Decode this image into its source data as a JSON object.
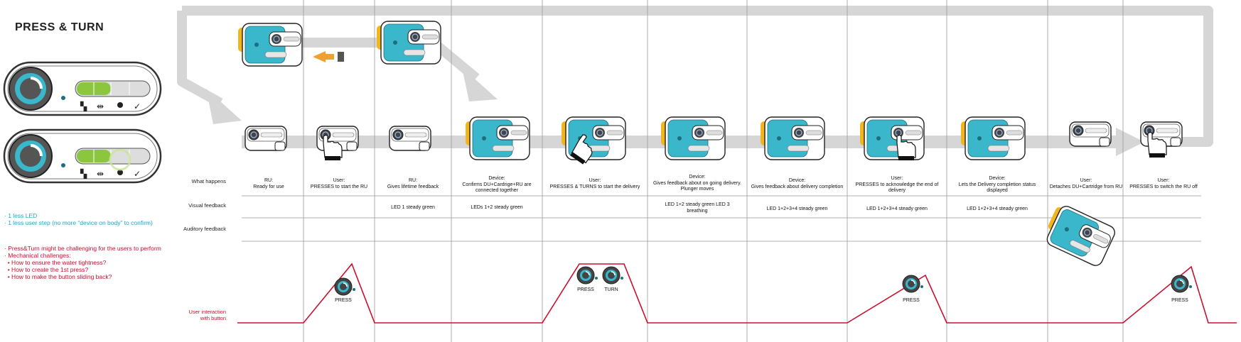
{
  "title": "PRESS & TURN",
  "pros": [
    "· 1 less LED",
    "· 1 less user step (no more “device on body” to confirm)"
  ],
  "cons": [
    "· Press&Turn might be challenging for the users to perform",
    "· Mechanical challenges:",
    "  • How to ensure the water tightness?",
    "  • How to create the 1st press?",
    "  • How to make the button sliding back?"
  ],
  "row_labels": {
    "what_happens": "What happens",
    "visual": "Visual feedback",
    "auditory": "Auditory feedback",
    "interaction_1": "User interaction",
    "interaction_2": "with button"
  },
  "steps": [
    {
      "who": "RU:",
      "what": "Ready for use",
      "visual": ""
    },
    {
      "who": "User:",
      "what": "PRESSES to start the RU",
      "visual": ""
    },
    {
      "who": "RU:",
      "what": "Gives lifetime feedback",
      "visual": "LED 1 steady green"
    },
    {
      "who": "Device:",
      "what": "Confirms DU+Cardrige+RU are connected together",
      "visual": "LEDs 1+2 steady green"
    },
    {
      "who": "User:",
      "what": "PRESSES & TURNS to start the delivery",
      "visual": ""
    },
    {
      "who": "Device:",
      "what": "Gives feedback about on going delivery. Plunger moves",
      "visual": "LED 1+2 steady green LED 3 breathing"
    },
    {
      "who": "Device:",
      "what": "Gives feedback about delivery completion",
      "visual": "LED 1+2+3+4 steady green"
    },
    {
      "who": "User:",
      "what": "PRESSES to acknowledge the end of delivery",
      "visual": "LED 1+2+3+4 steady green"
    },
    {
      "who": "Device:",
      "what": "Lets the Delivery completion status displayed",
      "visual": "LED 1+2+3+4 steady green"
    },
    {
      "who": "User:",
      "what": "Detaches DU+Cartridge from RU",
      "visual": ""
    },
    {
      "who": "User:",
      "what": "PRESSES to switch the RU off",
      "visual": ""
    }
  ],
  "button_labels": {
    "press": "PRESS",
    "turn": "TURN"
  },
  "colors": {
    "cyan": "#3bb7cc",
    "yellow": "#f2b51c",
    "green": "#8cc63f",
    "red": "#c8102e",
    "arrow": "#d6d6d6",
    "orange": "#f0a030"
  }
}
